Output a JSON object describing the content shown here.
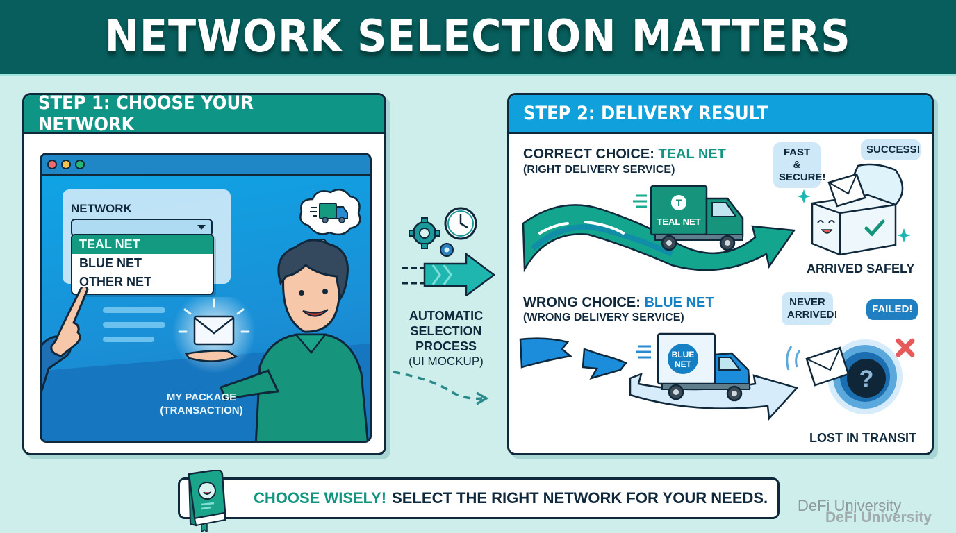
{
  "header": {
    "title": "NETWORK SELECTION MATTERS"
  },
  "colors": {
    "banner": "#075e5c",
    "teal": "#0e9585",
    "blue": "#10a0dc",
    "outline": "#10283b",
    "background": "#cdeeeb"
  },
  "step1": {
    "title": "STEP 1: CHOOSE YOUR NETWORK",
    "form_label": "NETWORK",
    "options": [
      "TEAL NET",
      "BLUE NET",
      "OTHER NET"
    ],
    "selected_option": "TEAL NET",
    "package_label_line1": "MY PACKAGE",
    "package_label_line2": "(TRANSACTION)"
  },
  "middle": {
    "line1": "AUTOMATIC",
    "line2": "SELECTION",
    "line3": "PROCESS",
    "line4": "(UI MOCKUP)"
  },
  "step2": {
    "title": "STEP 2: DELIVERY RESULT",
    "correct": {
      "prefix": "CORRECT CHOICE: ",
      "network": "TEAL NET",
      "subtitle": "(RIGHT DELIVERY SERVICE)",
      "truck_label": "TEAL NET",
      "bubble_left_1": "FAST &",
      "bubble_left_2": "SECURE!",
      "bubble_right": "SUCCESS!",
      "result": "ARRIVED SAFELY"
    },
    "wrong": {
      "prefix": "WRONG CHOICE: ",
      "network": "BLUE NET",
      "subtitle": "(WRONG DELIVERY SERVICE)",
      "truck_label_1": "BLUE",
      "truck_label_2": "NET",
      "bubble_left_1": "NEVER",
      "bubble_left_2": "ARRIVED!",
      "bubble_right": "FAILED!",
      "result": "LOST IN TRANSIT"
    }
  },
  "footer": {
    "accent": "CHOOSE WISELY!",
    "message": "SELECT THE RIGHT NETWORK FOR YOUR NEEDS."
  },
  "watermark": {
    "line1": "DeFi University",
    "line2": "DeFi University"
  }
}
